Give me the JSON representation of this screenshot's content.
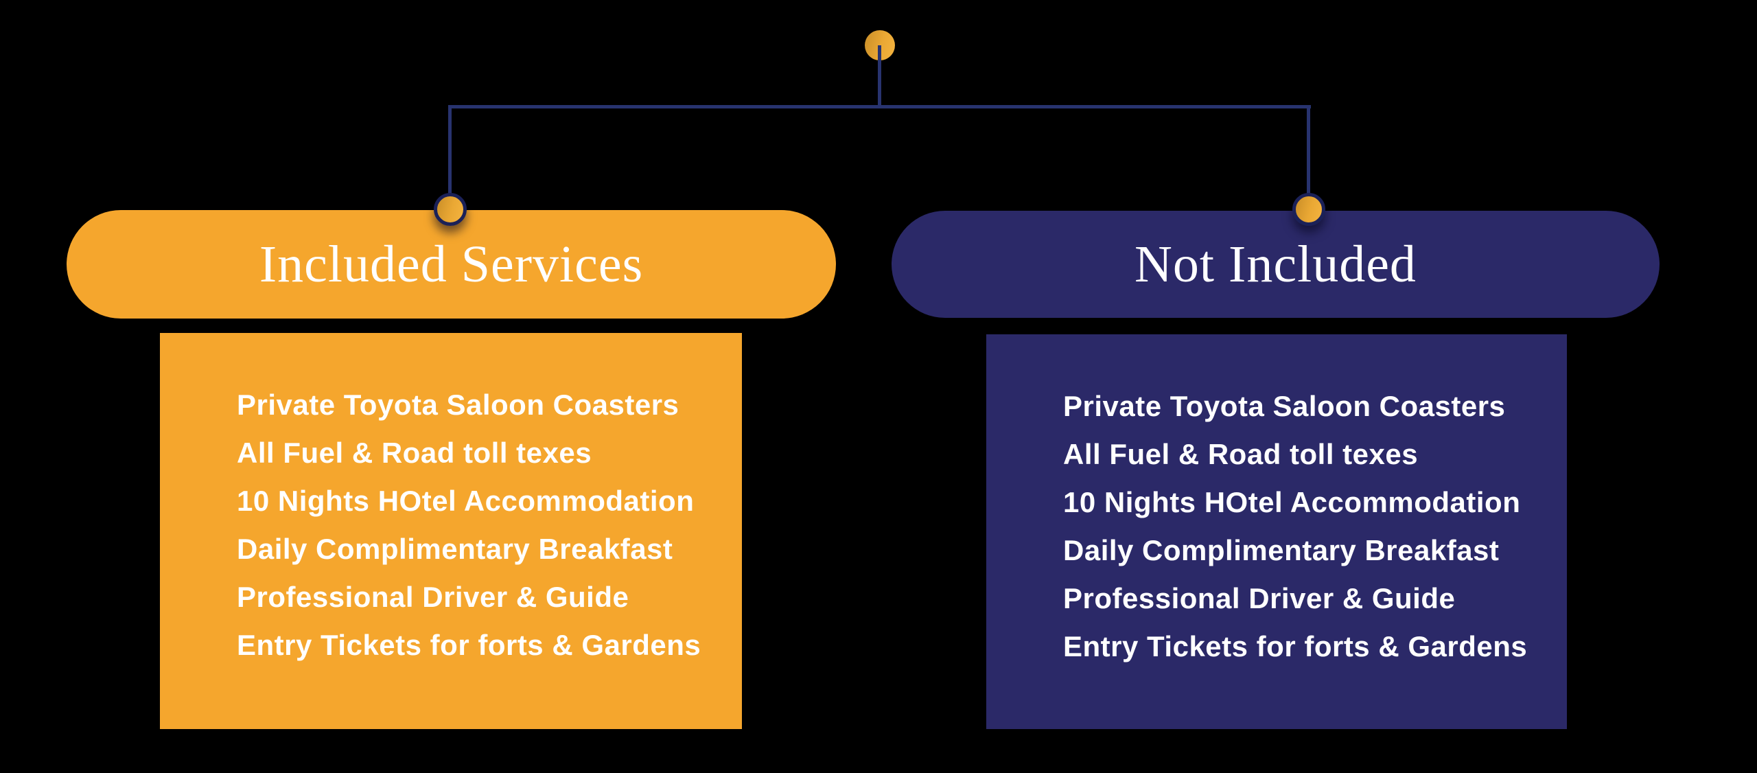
{
  "colors": {
    "background": "#000000",
    "orange_accent": "#F5A62D",
    "navy_accent": "#2B2968",
    "connector_line": "#28336F",
    "node_ring": "#1B2158",
    "node_fill_dark": "#D2952B",
    "node_fill_light": "#F2B13D",
    "text": "#FFFFFF"
  },
  "tree": {
    "root_dot": "root-node",
    "left_node": "included-branch-node",
    "right_node": "not-included-branch-node"
  },
  "panels": [
    {
      "id": "included-services",
      "title": "Included Services",
      "accent": "#F5A62D",
      "items": [
        "Private Toyota Saloon Coasters",
        "All Fuel & Road toll texes",
        "10 Nights HOtel Accommodation",
        "Daily Complimentary Breakfast",
        "Professional Driver & Guide",
        "Entry Tickets for forts & Gardens"
      ]
    },
    {
      "id": "not-included",
      "title": "Not Included",
      "accent": "#2B2968",
      "items": [
        "Private Toyota Saloon Coasters",
        "All Fuel & Road toll texes",
        "10 Nights HOtel Accommodation",
        "Daily Complimentary Breakfast",
        "Professional Driver & Guide",
        "Entry Tickets for forts & Gardens"
      ]
    }
  ]
}
